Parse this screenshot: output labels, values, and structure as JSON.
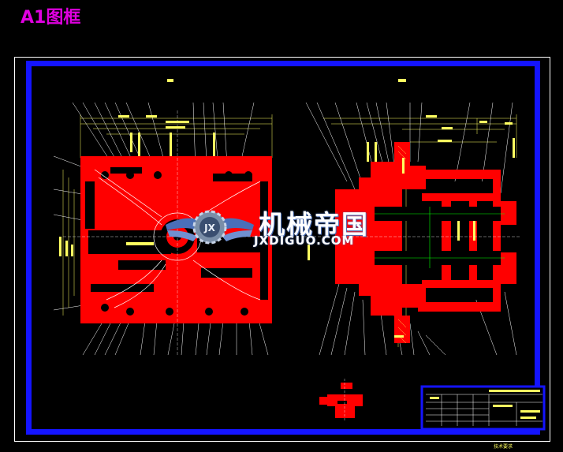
{
  "title": "A1图框",
  "watermark": {
    "cn": "机械帝国",
    "en": "JXDIGUO.COM",
    "logo_text": "JX"
  },
  "title_block": {
    "bottom_label": "技术要求"
  },
  "colors": {
    "background": "#000000",
    "title": "#e000e0",
    "frame_blue": "#1414ff",
    "part_red": "#ff0000",
    "dimension_yellow": "#ffff60",
    "leader_white": "#ffffff",
    "axis_green": "#00ff00"
  },
  "icons": [
    "winged-gear-logo-icon"
  ]
}
